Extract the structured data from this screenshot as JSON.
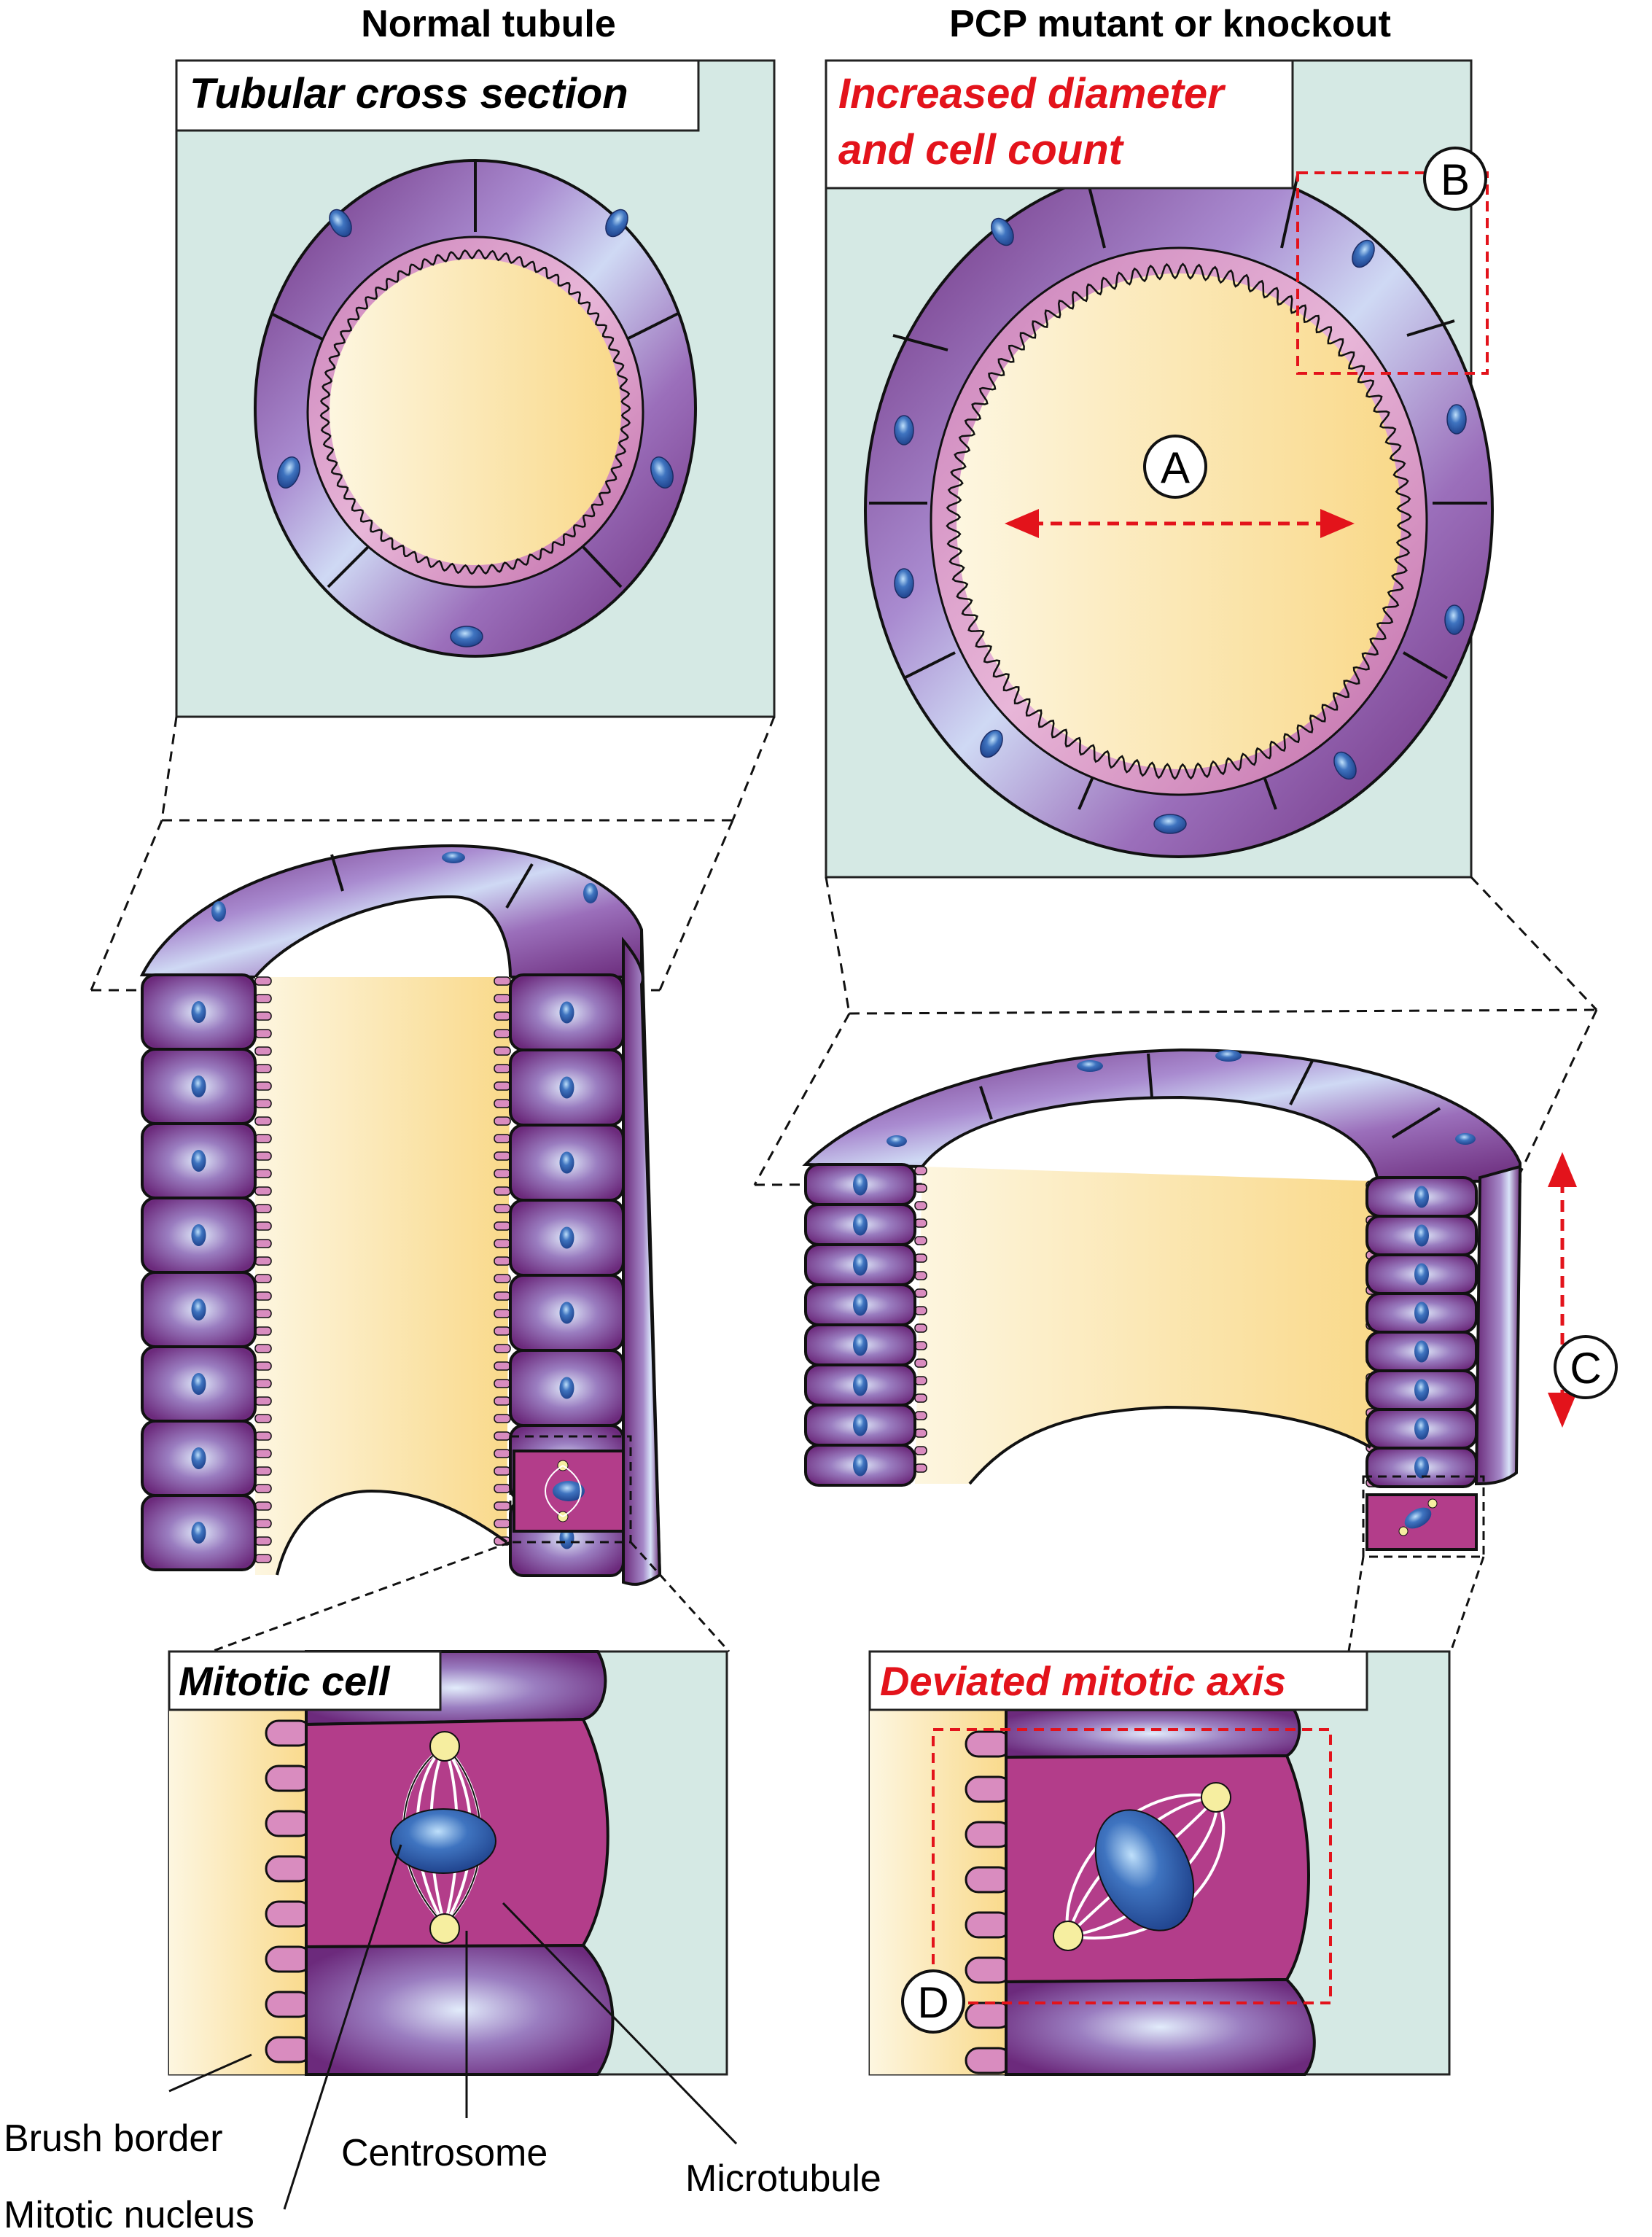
{
  "headers": {
    "left": "Normal tubule",
    "right": "PCP mutant or knockout"
  },
  "panels": {
    "cross_section_title": "Tubular cross section",
    "mutant_title_line1": "Increased diameter",
    "mutant_title_line2": "and cell count",
    "mitotic_title": "Mitotic cell",
    "deviated_title": "Deviated mitotic axis"
  },
  "markers": {
    "a": "A",
    "b": "B",
    "c": "C",
    "d": "D"
  },
  "callouts": {
    "brush_border": "Brush border",
    "mitotic_nucleus": "Mitotic nucleus",
    "centrosome": "Centrosome",
    "microtubule": "Microtubule"
  },
  "colors": {
    "background_panel": "#d5e9e4",
    "epithelium": "#7b2d82",
    "epithelium_highlight": "#cfd9f4",
    "brush_border": "#d98cbf",
    "lumen": "#fbe3a0",
    "mitotic_cell": "#b33d8a",
    "nucleus": "#2f5aa8",
    "centrosome": "#f6eea0",
    "accent_red": "#e3131b"
  }
}
